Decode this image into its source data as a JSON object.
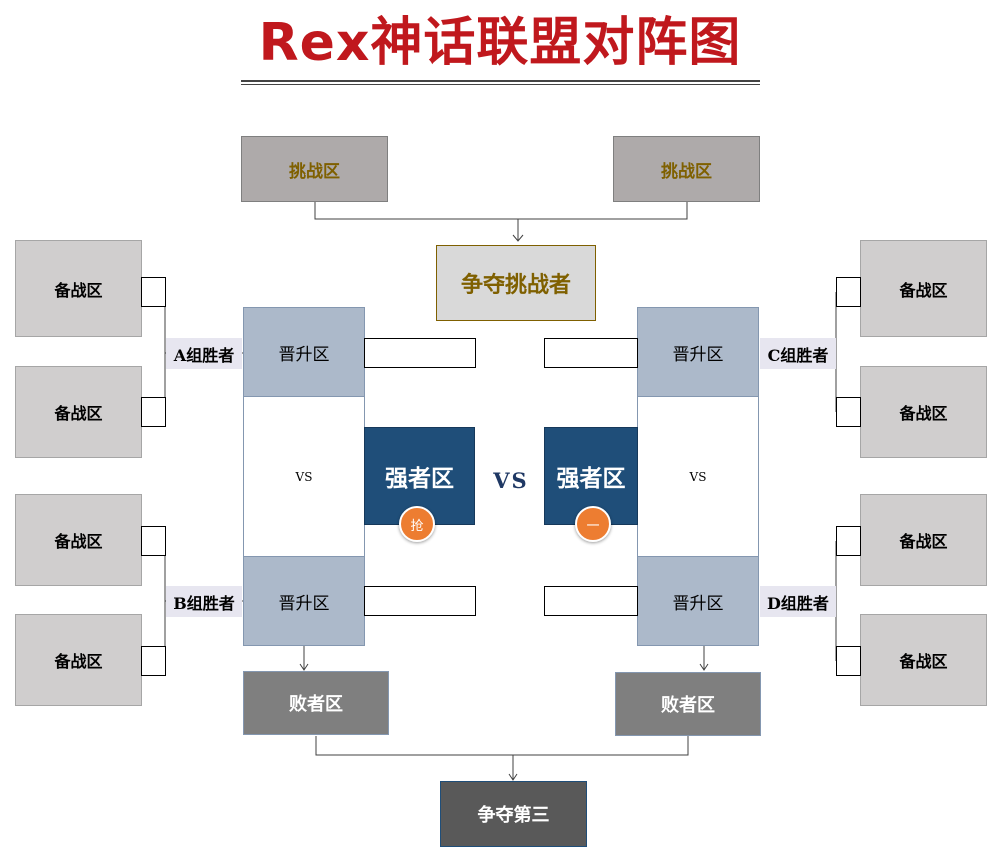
{
  "title": "Rex神话联盟对阵图",
  "challenge_zone": "挑战区",
  "contender": "争夺挑战者",
  "reserve_zone": "备战区",
  "promotion_zone": "晋升区",
  "vs_small": "VS",
  "vs_center": "VS",
  "strong_zone": "强者区",
  "badge_left": "抢",
  "badge_right": "一",
  "loser_zone": "败者区",
  "third_place": "争夺第三",
  "groups": {
    "a": "A组胜者",
    "b": "B组胜者",
    "c": "C组胜者",
    "d": "D组胜者"
  },
  "colors": {
    "title": "#c0181d",
    "strong_zone": "#1f4e79",
    "badge": "#ed7d31",
    "promotion_zone": "#acb9ca",
    "reserve_zone": "#d0cece"
  }
}
